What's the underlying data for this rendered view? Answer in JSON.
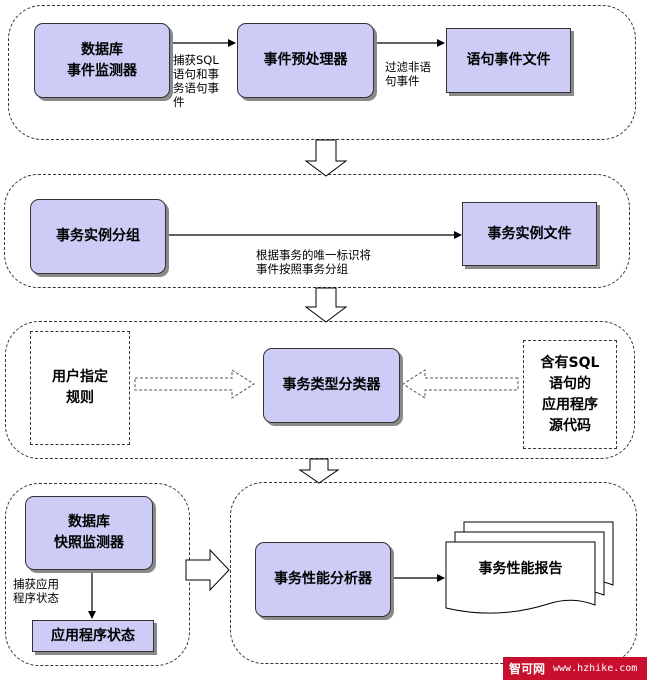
{
  "diagram": {
    "stage1": {
      "db_event_monitor": "数据库\n事件监测器",
      "event_preprocessor": "事件预处理器",
      "statement_event_file": "语句事件文件",
      "capture_label": "捕获SQL\n语句和事\n务语句事\n件",
      "filter_label": "过滤非语\n句事件"
    },
    "stage2": {
      "txn_instance_grouping": "事务实例分组",
      "txn_instance_file": "事务实例文件",
      "grouping_label": "根据事务的唯一标识将\n事件按照事务分组"
    },
    "stage3": {
      "user_rules": "用户指定\n规则",
      "txn_type_classifier": "事务类型分类器",
      "app_source_code": "含有SQL\n语句的\n应用程序\n源代码"
    },
    "stage4": {
      "db_snapshot_monitor": "数据库\n快照监测器",
      "capture_app_state_label": "捕获应用\n程序状态",
      "app_state": "应用程序状态",
      "txn_perf_analyzer": "事务性能分析器",
      "txn_perf_report": "事务性能报告"
    },
    "colors": {
      "node_fill": "#ccccf7",
      "border": "#333333"
    }
  },
  "watermark": {
    "brand": "智可网",
    "url": "www.hzhike.com"
  }
}
